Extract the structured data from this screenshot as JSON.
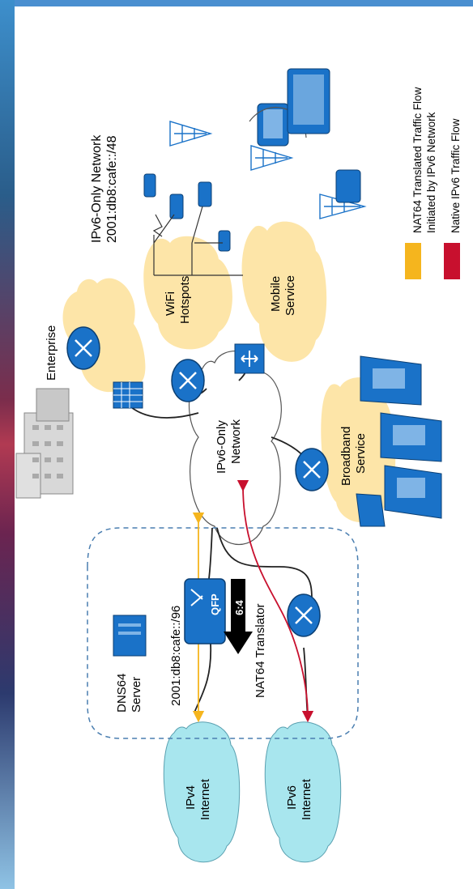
{
  "ipv6_only_network": {
    "line1": "IPv6-Only Network",
    "line2": "2001:db8:cafe::/48"
  },
  "enterprise": "Enterprise",
  "wifi_hotspots": {
    "line1": "WiFi",
    "line2": "Hotspots"
  },
  "mobile_service": {
    "line1": "Mobile",
    "line2": "Service"
  },
  "core_network": {
    "line1": "IPv6-Only",
    "line2": "Network"
  },
  "broadband_service": {
    "line1": "Broadband",
    "line2": "Service"
  },
  "dns64_server": {
    "line1": "DNS64",
    "line2": "Server"
  },
  "nat64_prefix": "2001:db8:cafe::/96",
  "qfp_label": "QFP",
  "arrow_ratio": "6:4",
  "nat64_translator": "NAT64 Translator",
  "ipv4_internet": {
    "line1": "IPv4",
    "line2": "Internet"
  },
  "ipv6_internet": {
    "line1": "IPv6",
    "line2": "Internet"
  },
  "legend": {
    "nat64": {
      "line1": "NAT64 Translated Traffic Flow",
      "line2": "Initiated by IPv6 Network",
      "color": "#f5b51e"
    },
    "native": {
      "line1": "Native IPv6 Traffic Flow",
      "color": "#c8102e"
    }
  },
  "colors": {
    "cloud_yellow": "#fde5a8",
    "cloud_cyan": "#a8e6ee",
    "device_blue": "#1a72c8"
  }
}
